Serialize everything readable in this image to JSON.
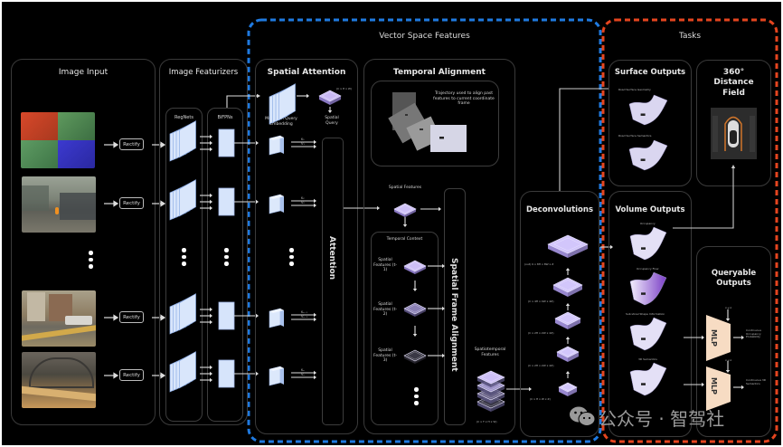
{
  "diagram": {
    "groups": {
      "vector_space": "Vector Space Features",
      "tasks": "Tasks"
    },
    "image_input": {
      "title": "Image Input",
      "cameras": [
        {
          "name": "multi-channel-camera-view"
        },
        {
          "name": "street-camera-view-1"
        },
        {
          "name": "street-camera-view-2"
        },
        {
          "name": "street-camera-view-3"
        }
      ],
      "rectify_label": "Rectify"
    },
    "image_featurizers": {
      "title": "Image Featurizers",
      "regnets": "RegNets",
      "bifpns": "BiFPNs"
    },
    "spatial_attention": {
      "title": "Spatial Attention",
      "multicam_query": "Multicam Query Embedding",
      "spatial_query": "Spatial Query",
      "spatial_query_dims": "(C x H x W)",
      "attention": "Attention",
      "kv_labels": [
        "K₁",
        "V₁",
        "K₂",
        "V₂",
        "Kₙ₋₁",
        "Vₙ₋₁",
        "Kₙ",
        "Vₙ"
      ]
    },
    "temporal_alignment": {
      "title": "Temporal Alignment",
      "trajectory_caption": "Trajectory used to align past features to current coordinate frame",
      "spatial_features": "Spatial Features",
      "temporal_context": "Temporal Context",
      "context_items": [
        "Spatial Features (t-1)",
        "Spatial Features (t-2)",
        "Spatial Features (t-3)"
      ],
      "frame_alignment": "Spatial Frame Alignment",
      "spatiotemporal": "Spatiotemporal Features",
      "spatiotemporal_dims": "(C x T x H x W)"
    },
    "deconvolutions": {
      "title": "Deconvolutions",
      "layers": [
        "(out) K x 8H x 8W x Z",
        "(C x 4H x 4W x 4Z)",
        "(C x 2H x 2W x 2Z)",
        "(C x 2H x 2W x 2Z)",
        "(C x H x W x Z)"
      ]
    },
    "surface_outputs": {
      "title": "Surface Outputs",
      "items": [
        "Road Surface Geometry",
        "Road Surface Semantics"
      ]
    },
    "distance_field": {
      "title": "360° Distance Field"
    },
    "volume_outputs": {
      "title": "Volume Outputs",
      "items": [
        "Occupancy",
        "Occupancy Flow",
        "Sub-Voxel Shape Information",
        "3D Semantics"
      ]
    },
    "queryable_outputs": {
      "title": "Queryable Outputs",
      "mlp": "MLP",
      "query": "x,y,z",
      "outputs": [
        "Continuous Occupancy Probability",
        "Continuous 3D Semantics"
      ]
    },
    "watermark": {
      "text": "公众号 · 智驾社",
      "icon": "wechat-icon"
    },
    "colors": {
      "background": "#000000",
      "vector_space_border": "#1f7ae0",
      "tasks_border": "#e5451f",
      "feature_block": "#d6e4fb",
      "feature_tensor": "#b8a8f0",
      "mlp_fill": "#f7dcc3"
    }
  }
}
